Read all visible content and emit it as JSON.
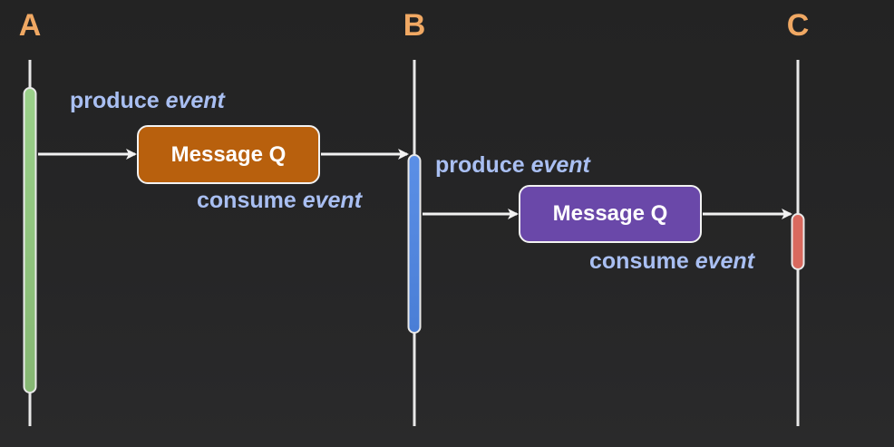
{
  "actors": [
    {
      "label": "A",
      "color": "#f0a863"
    },
    {
      "label": "B",
      "color": "#f0a863"
    },
    {
      "label": "C",
      "color": "#f0a863"
    }
  ],
  "queues": [
    {
      "label": "Message Q",
      "color": "#b8600d"
    },
    {
      "label": "Message Q",
      "color": "#6a48a9"
    }
  ],
  "labels": [
    {
      "verb": "produce",
      "noun": "event"
    },
    {
      "verb": "consume",
      "noun": "event"
    },
    {
      "verb": "produce",
      "noun": "event"
    },
    {
      "verb": "consume",
      "noun": "event"
    }
  ],
  "activation_colors": {
    "A": "#8fc47d",
    "B": "#4f85de",
    "C": "#d9695e"
  },
  "label_color": "#a9bff2",
  "line_color": "#e8e8e8"
}
